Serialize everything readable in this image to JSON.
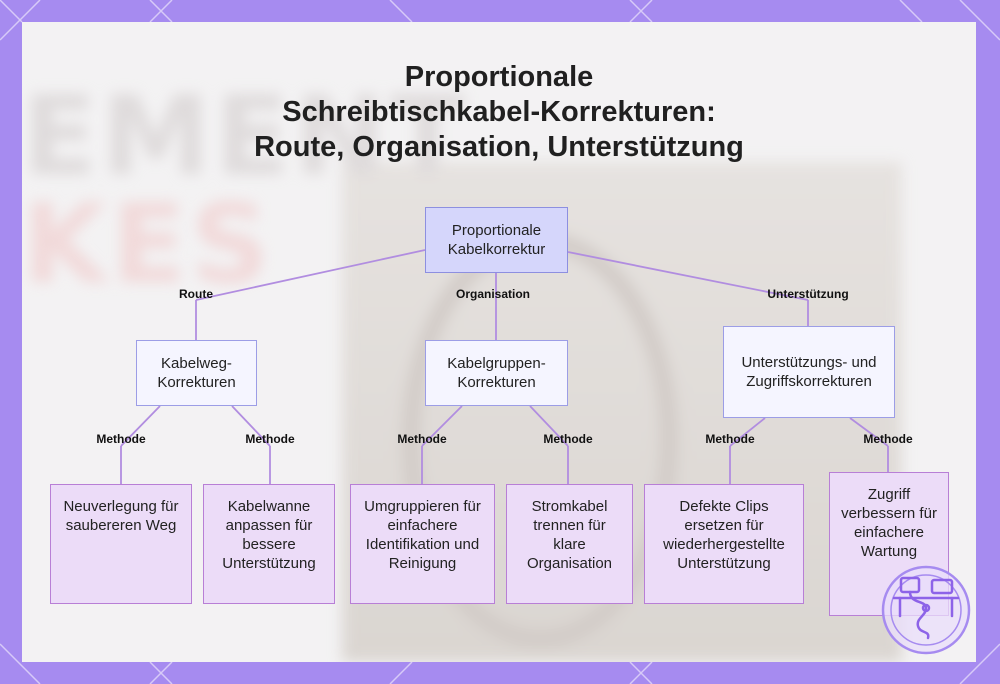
{
  "title": {
    "line1": "Proportionale",
    "line2": "Schreibtischkabel-Korrekturen:",
    "line3": "Route, Organisation, Unterstützung"
  },
  "nodes": {
    "root": "Proportionale Kabelkorrektur",
    "route": "Kabelweg-Korrekturen",
    "organisation": "Kabelgruppen-Korrekturen",
    "support": "Unterstützungs- und Zugriffskorrekturen",
    "leaf1": "Neuverlegung für saubereren Weg",
    "leaf2": "Kabelwanne anpassen für bessere Unterstützung",
    "leaf3": "Umgruppieren für einfachere Identifikation und Reinigung",
    "leaf4": "Stromkabel trennen für klare Organisation",
    "leaf5": "Defekte Clips ersetzen für wiederhergestellte Unterstützung",
    "leaf6": "Zugriff verbessern für einfachere Wartung"
  },
  "edge_labels": {
    "route": "Route",
    "organisation": "Organisation",
    "support": "Unterstützung",
    "method": "Methode"
  },
  "colors": {
    "frame": "#a68bf0",
    "root_fill": "#d5d6fb",
    "mid_fill": "#f5f5ff",
    "leaf_fill": "#ecdcf8",
    "edge": "#b18de0"
  }
}
